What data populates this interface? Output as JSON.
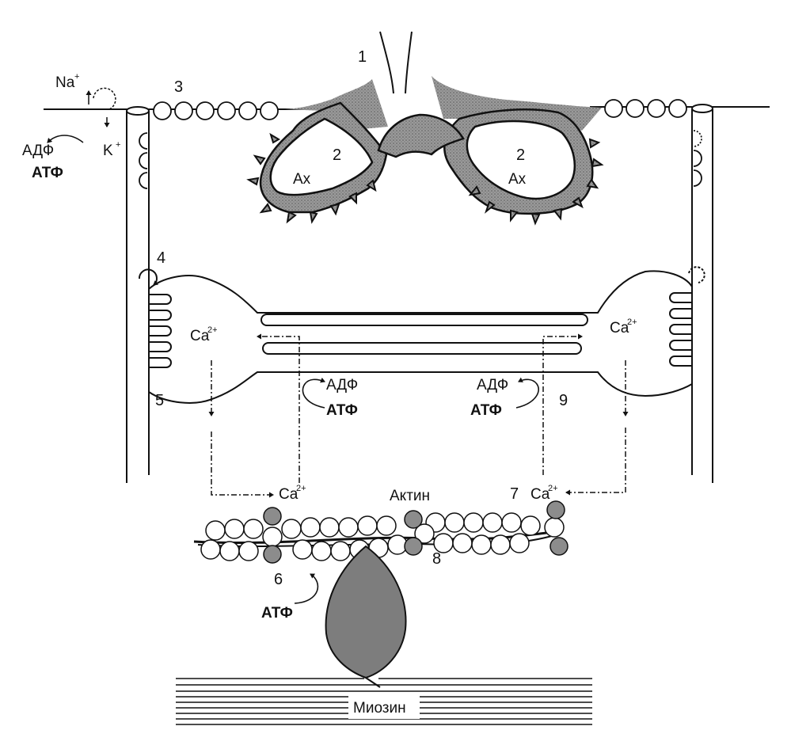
{
  "labels": {
    "n1": "1",
    "n2a": "2",
    "n2b": "2",
    "n3": "3",
    "n4": "4",
    "n5": "5",
    "n6": "6",
    "n7": "7",
    "n8": "8",
    "n9": "9",
    "ax_left": "Ах",
    "ax_right": "Ах",
    "na": "Na",
    "na_sup": "+",
    "k": "K",
    "k_sup": "+",
    "adp_topleft": "АДФ",
    "atp_topleft": "АТФ",
    "ca_left": "Ca",
    "ca_left_sup": "2+",
    "ca_right": "Ca",
    "ca_right_sup": "2+",
    "ca_bottom_left": "Ca",
    "ca_bottom_left_sup": "2+",
    "ca_bottom_right": "Ca",
    "ca_bottom_right_sup": "2+",
    "adp_mid_left": "АДФ",
    "atp_mid_left": "АТФ",
    "adp_mid_right": "АДФ",
    "atp_mid_right": "АТФ",
    "actin": "Актин",
    "atp_myosin": "АТФ",
    "myosin": "Миозин"
  },
  "colors": {
    "ink": "#111111",
    "shade": "#8a8a8a",
    "head": "#7d7d7d",
    "bead_dark": "#8c8c8c"
  }
}
